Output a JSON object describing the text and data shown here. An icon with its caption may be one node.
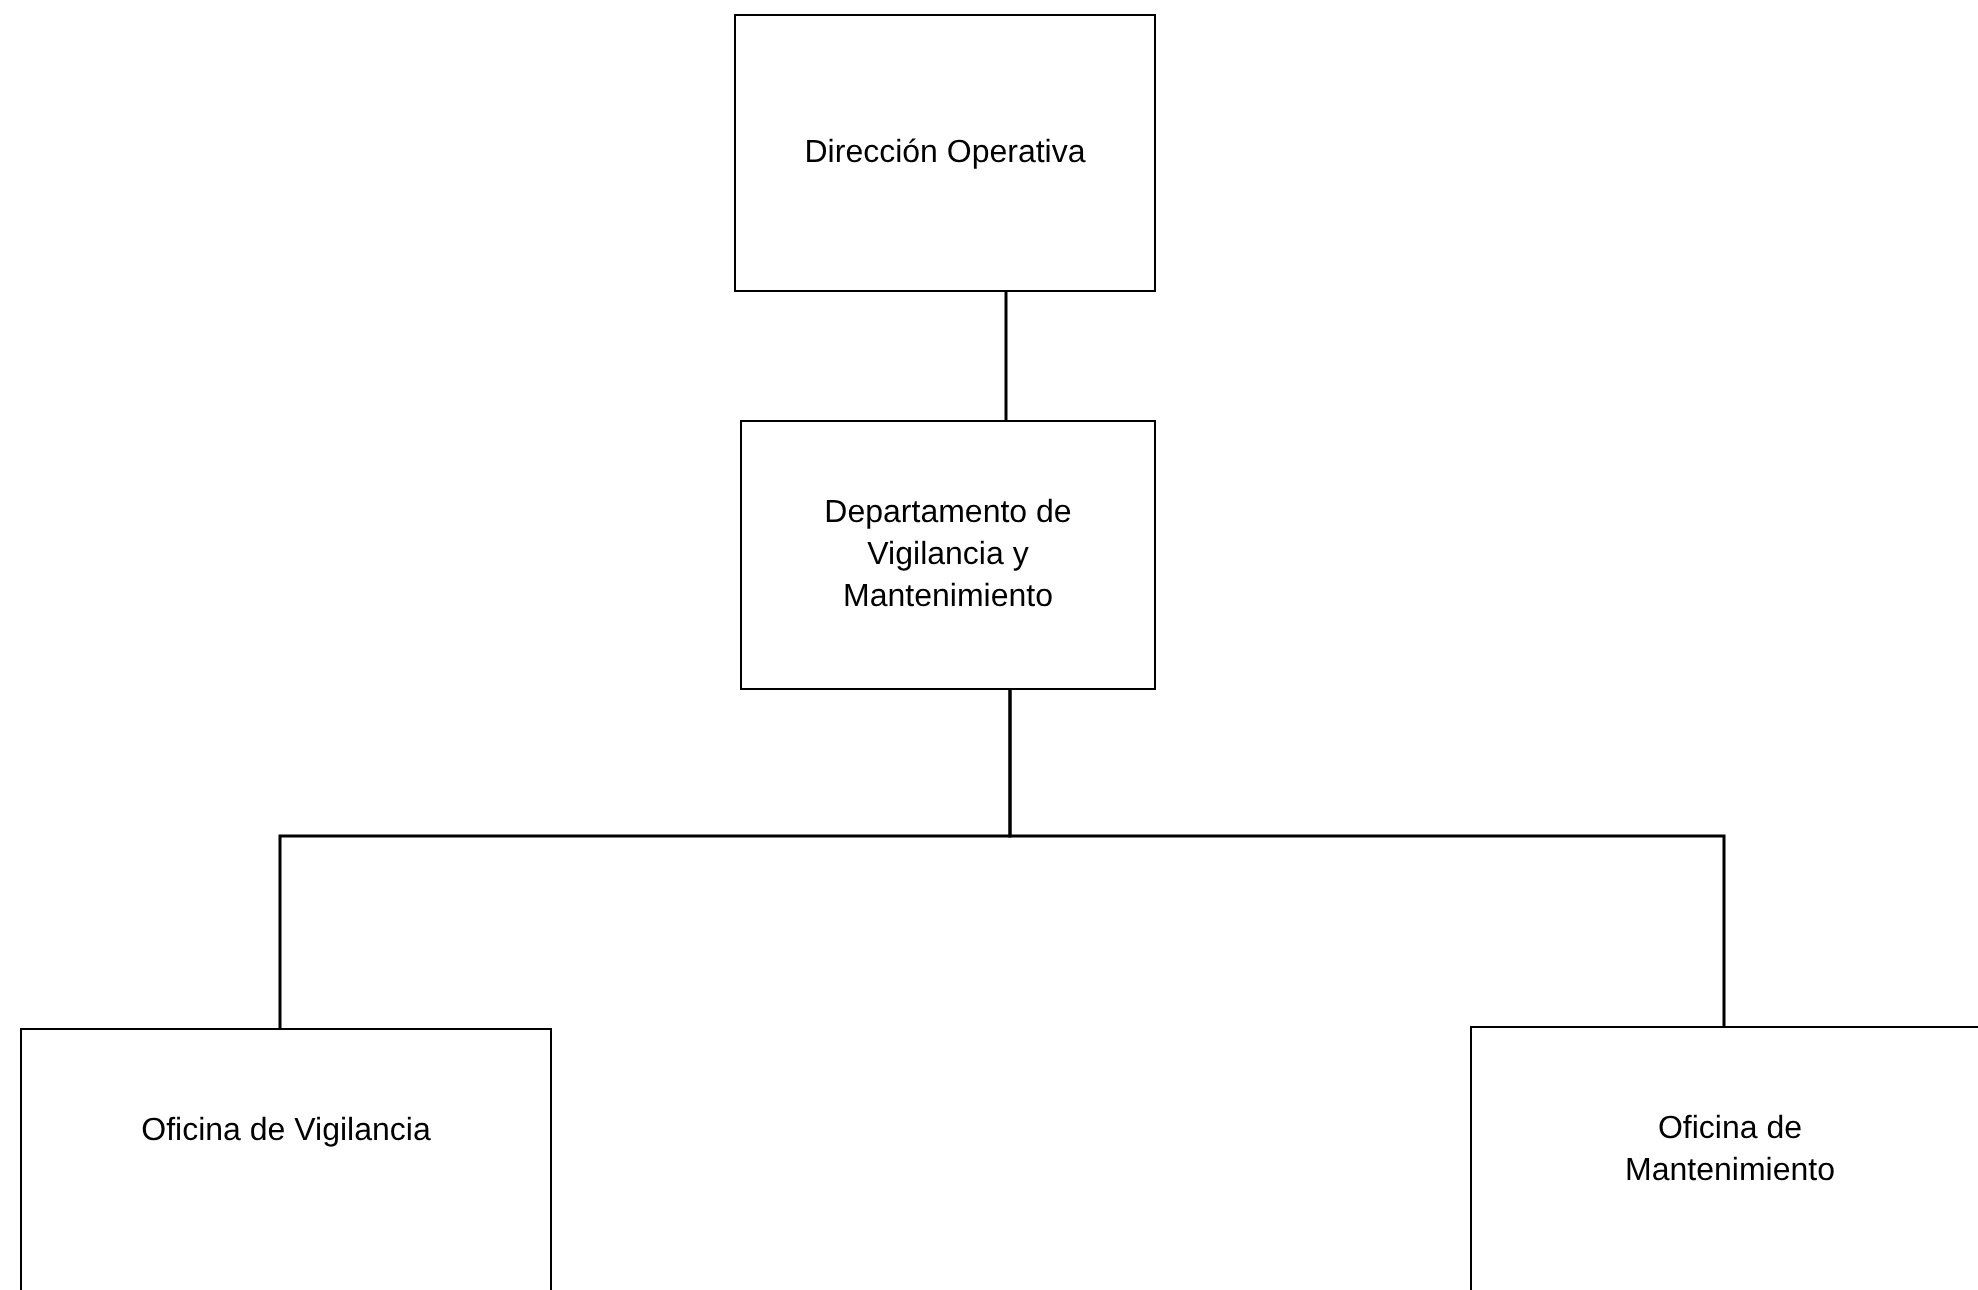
{
  "diagram": {
    "nodes": [
      {
        "text": [
          "Dirección Operativa"
        ]
      },
      {
        "text": [
          "Departamento de Vigilancia y Mantenimiento"
        ]
      },
      {
        "text": [
          "Oficina de Vigilancia"
        ]
      },
      {
        "text": [
          "Oficina de Mantenimiento"
        ]
      }
    ],
    "edges": [
      {
        "from": 0,
        "to": 1,
        "arrow": "none"
      },
      {
        "from": 1,
        "to": 2,
        "arrow": "none"
      },
      {
        "from": 1,
        "to": 3,
        "arrow": "none"
      }
    ]
  }
}
